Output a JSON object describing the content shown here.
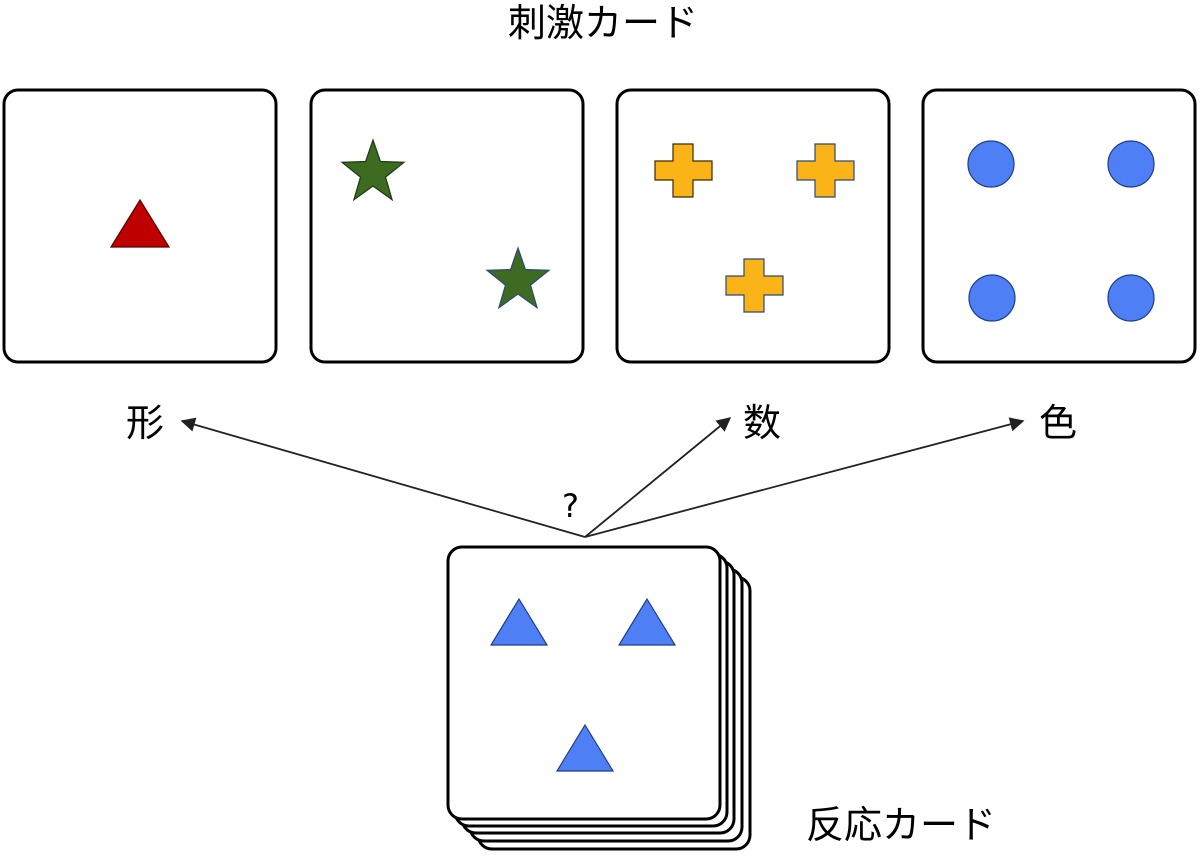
{
  "title": "刺激カード",
  "dimensions": {
    "shape": "形",
    "number": "数",
    "color": "色"
  },
  "question_mark": "?",
  "response_label": "反応カード",
  "stimulus_cards": [
    {
      "shape": "triangle",
      "count": 1,
      "color": "#bf0000"
    },
    {
      "shape": "star",
      "count": 2,
      "color": "#3d6b22"
    },
    {
      "shape": "cross",
      "count": 3,
      "color": "#fbb418"
    },
    {
      "shape": "circle",
      "count": 4,
      "color": "#4f7ff5"
    }
  ],
  "response_card": {
    "shape": "triangle",
    "count": 3,
    "color": "#4f7ff5"
  }
}
